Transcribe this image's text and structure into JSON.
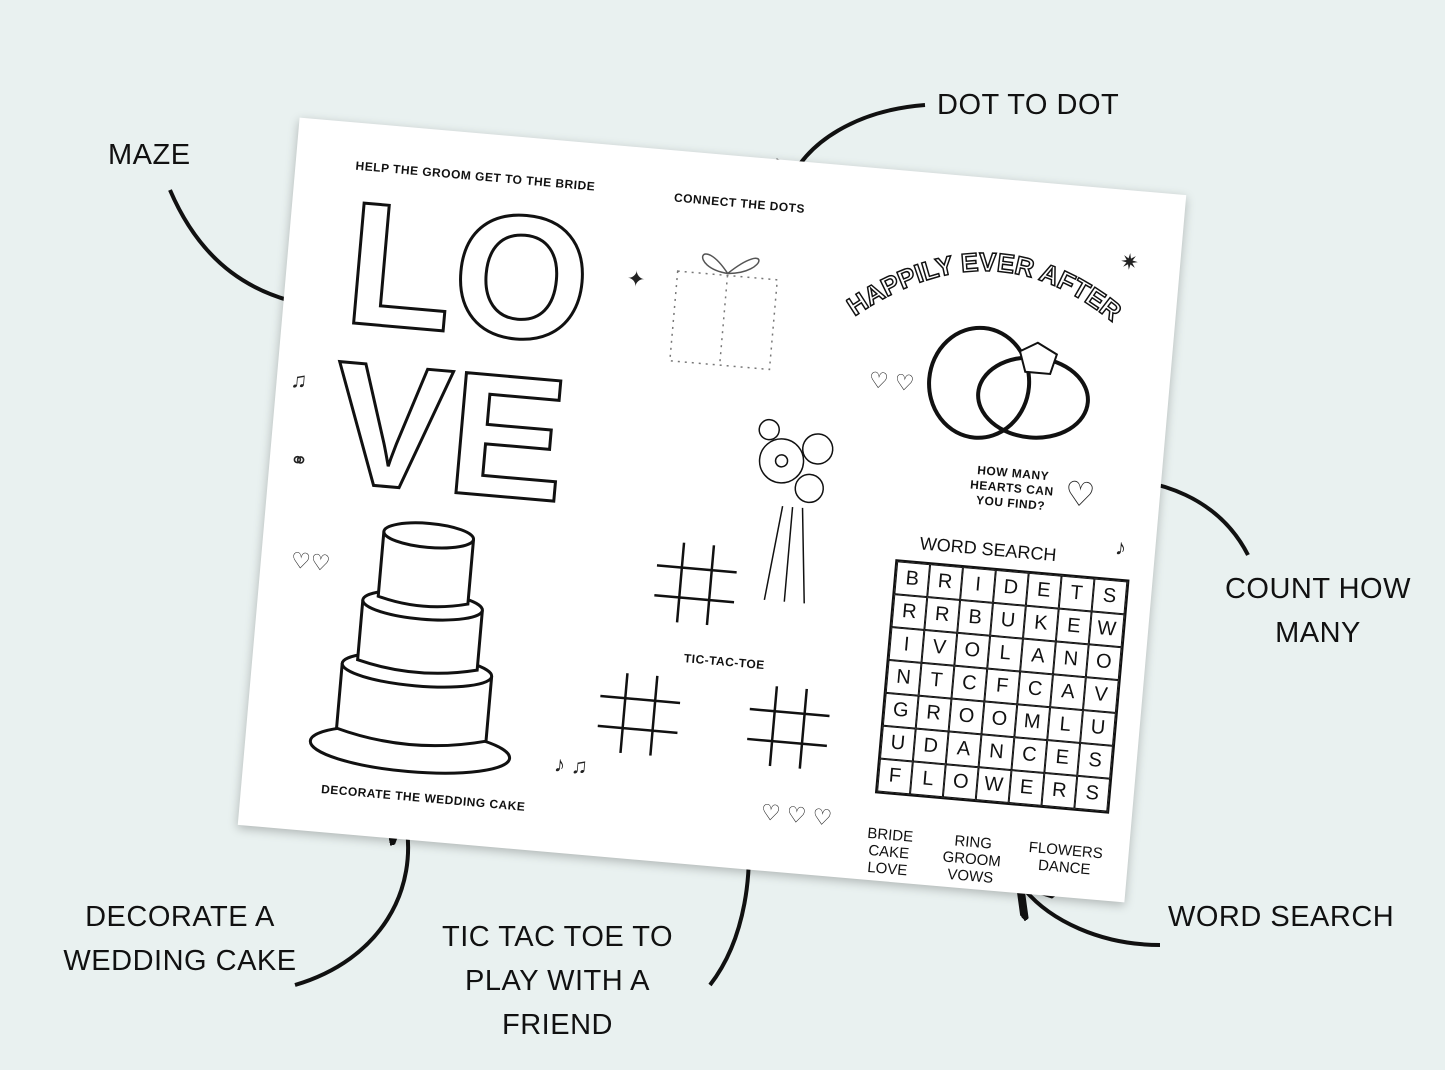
{
  "callouts": {
    "maze": "MAZE",
    "dot_to_dot": "DOT TO DOT",
    "count": [
      "COUNT HOW",
      "MANY"
    ],
    "word_search": "WORD SEARCH",
    "tic_tac_toe": [
      "TIC TAC TOE TO",
      "PLAY WITH A",
      "FRIEND"
    ],
    "cake": [
      "DECORATE A",
      "WEDDING CAKE"
    ]
  },
  "sheet": {
    "maze_title": "HELP THE GROOM GET TO THE BRIDE",
    "maze_word": "LOVE",
    "dots_title": "CONNECT THE DOTS",
    "banner": "HAPPILY EVER AFTER",
    "hearts_question": [
      "HOW MANY",
      "HEARTS CAN",
      "YOU FIND?"
    ],
    "word_search_title": "WORD SEARCH",
    "grid": [
      [
        "B",
        "R",
        "I",
        "D",
        "E",
        "T",
        "S"
      ],
      [
        "R",
        "R",
        "B",
        "U",
        "K",
        "E",
        "W"
      ],
      [
        "I",
        "V",
        "O",
        "L",
        "A",
        "N",
        "O"
      ],
      [
        "N",
        "T",
        "C",
        "F",
        "C",
        "A",
        "V"
      ],
      [
        "G",
        "R",
        "O",
        "O",
        "M",
        "L",
        "U"
      ],
      [
        "U",
        "D",
        "A",
        "N",
        "C",
        "E",
        "S"
      ],
      [
        "F",
        "L",
        "O",
        "W",
        "E",
        "R",
        "S"
      ]
    ],
    "word_list": [
      [
        "BRIDE",
        "CAKE",
        "LOVE"
      ],
      [
        "RING",
        "GROOM",
        "VOWS"
      ],
      [
        "FLOWERS",
        "DANCE"
      ]
    ],
    "tic_title": "TIC-TAC-TOE",
    "cake_title": "DECORATE THE WEDDING CAKE"
  },
  "colors": {
    "background": "#e9f1f0",
    "ink": "#111111"
  }
}
